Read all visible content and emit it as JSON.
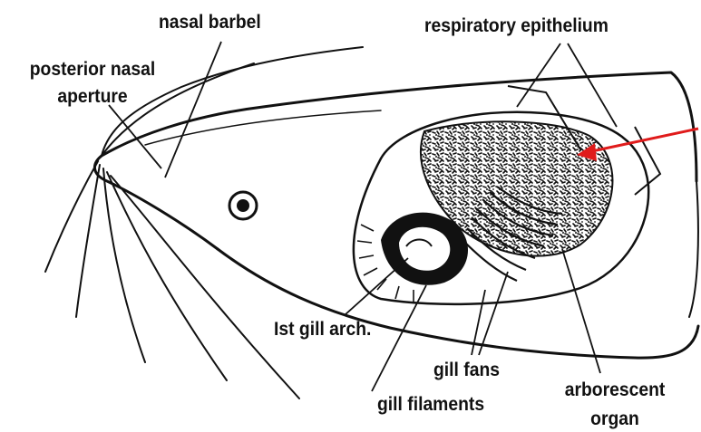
{
  "labels": {
    "nasal_barbel": "nasal barbel",
    "posterior_nasal_line1": "posterior nasal",
    "posterior_nasal_line2": "aperture",
    "respiratory_epithelium": "respiratory epithelium",
    "first_gill_arch": "Ist gill arch.",
    "gill_fans": "gill fans",
    "gill_filaments": "gill filaments",
    "arborescent_line1": "arborescent",
    "arborescent_line2": "organ"
  },
  "colors": {
    "ink": "#111111",
    "pointer_arrow": "#e01b1b"
  }
}
